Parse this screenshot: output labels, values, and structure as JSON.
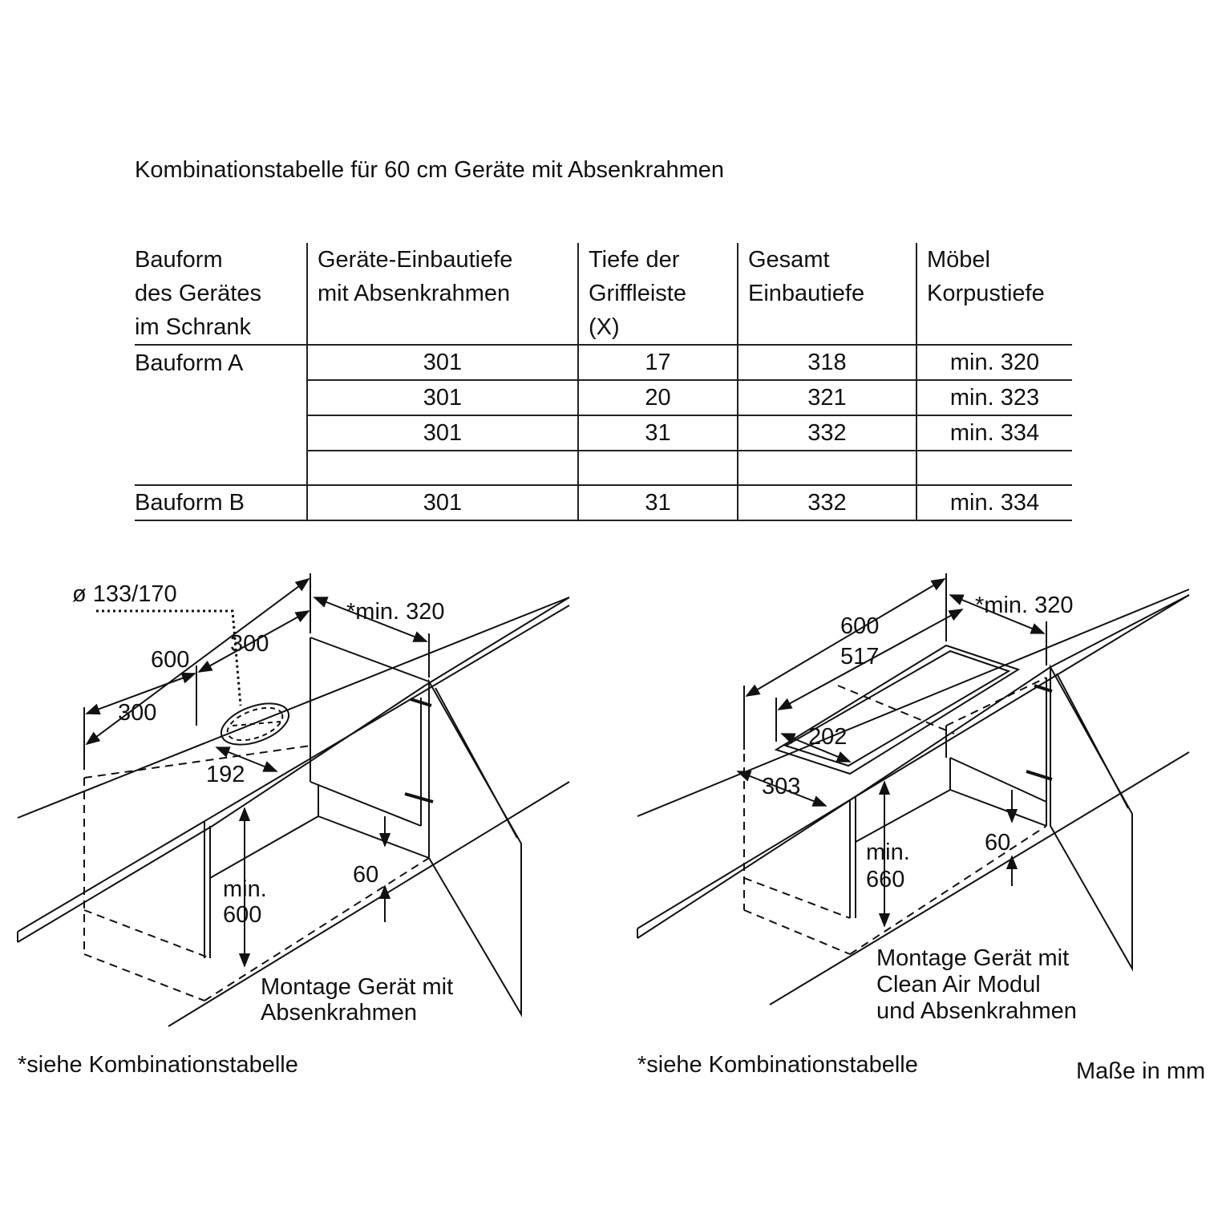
{
  "title": "Kombinationstabelle für 60 cm Geräte mit Absenkrahmen",
  "table": {
    "headers": [
      [
        "Bauform",
        "des Gerätes",
        "im Schrank"
      ],
      [
        "Geräte-Einbautiefe",
        "mit Absenkrahmen"
      ],
      [
        "Tiefe der",
        "Griffleiste",
        "(X)"
      ],
      [
        "Gesamt",
        "Einbautiefe"
      ],
      [
        "Möbel",
        "Korpustiefe"
      ]
    ],
    "rows": [
      [
        "Bauform A",
        "301",
        "17",
        "318",
        "min. 320"
      ],
      [
        "",
        "301",
        "20",
        "321",
        "min. 323"
      ],
      [
        "",
        "301",
        "31",
        "332",
        "min. 334"
      ],
      [
        "",
        "",
        "",
        "",
        ""
      ],
      [
        "Bauform B",
        "301",
        "31",
        "332",
        "min. 334"
      ]
    ]
  },
  "left_drawing": {
    "diameter": "ø 133/170",
    "width_total": "600",
    "width_half_a": "300",
    "width_half_b": "300",
    "depth_min": "*min. 320",
    "offset": "192",
    "depth_front": "60",
    "height_min_1": "min.",
    "height_min_2": "600",
    "caption_1": "Montage Gerät mit",
    "caption_2": "Absenkrahmen"
  },
  "right_drawing": {
    "width_total": "600",
    "width_inner": "517",
    "depth_min": "*min. 320",
    "inner_depth": "202",
    "offset": "303",
    "depth_front": "60",
    "height_min_1": "min.",
    "height_min_2": "660",
    "caption_1": "Montage Gerät mit",
    "caption_2": "Clean Air Modul",
    "caption_3": "und Absenkrahmen"
  },
  "footnote_left": "*siehe Kombinationstabelle",
  "footnote_right": "*siehe Kombinationstabelle",
  "units_note": "Maße in mm"
}
